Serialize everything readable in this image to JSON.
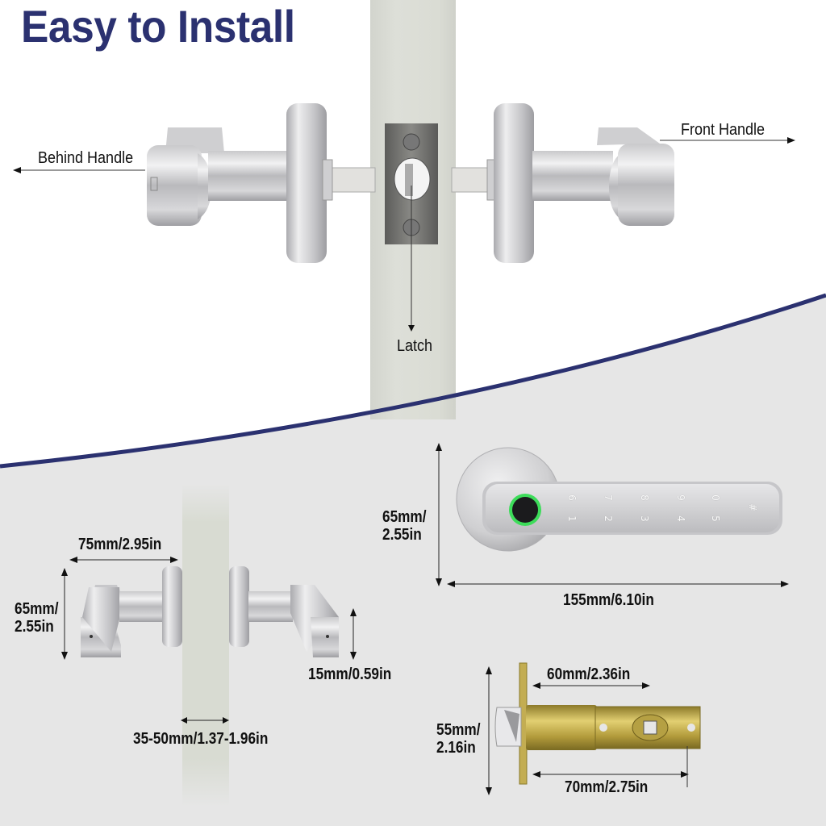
{
  "header": {
    "title": "Easy to Install"
  },
  "top_diagram": {
    "labels": {
      "behind_handle": "Behind Handle",
      "front_handle": "Front Handle",
      "latch": "Latch"
    }
  },
  "smart_lock": {
    "height_dim": {
      "mm": "65mm/",
      "in": "2.55in"
    },
    "width_dim": "155mm/6.10in",
    "keypad": {
      "top_row": [
        "6",
        "7",
        "8",
        "9",
        "0"
      ],
      "bottom_row": [
        "1",
        "2",
        "3",
        "4",
        "5"
      ],
      "extra_key": "#"
    },
    "fingerprint_ring_color": "#3ddc5a"
  },
  "handles_side_view": {
    "length_dim": "75mm/2.95in",
    "height_dim": {
      "mm": "65mm/",
      "in": "2.55in"
    },
    "depth_dim": "15mm/0.59in",
    "door_thickness_dim": "35-50mm/1.37-1.96in"
  },
  "latch_bolt": {
    "height_dim": {
      "mm": "55mm/",
      "in": "2.16in"
    },
    "backset_short": "60mm/2.36in",
    "backset_long": "70mm/2.75in"
  },
  "colors": {
    "accent_navy": "#2b3170",
    "lower_background": "#e6e6e6",
    "door": "#d8dad3",
    "brass": "#c9b04a"
  }
}
